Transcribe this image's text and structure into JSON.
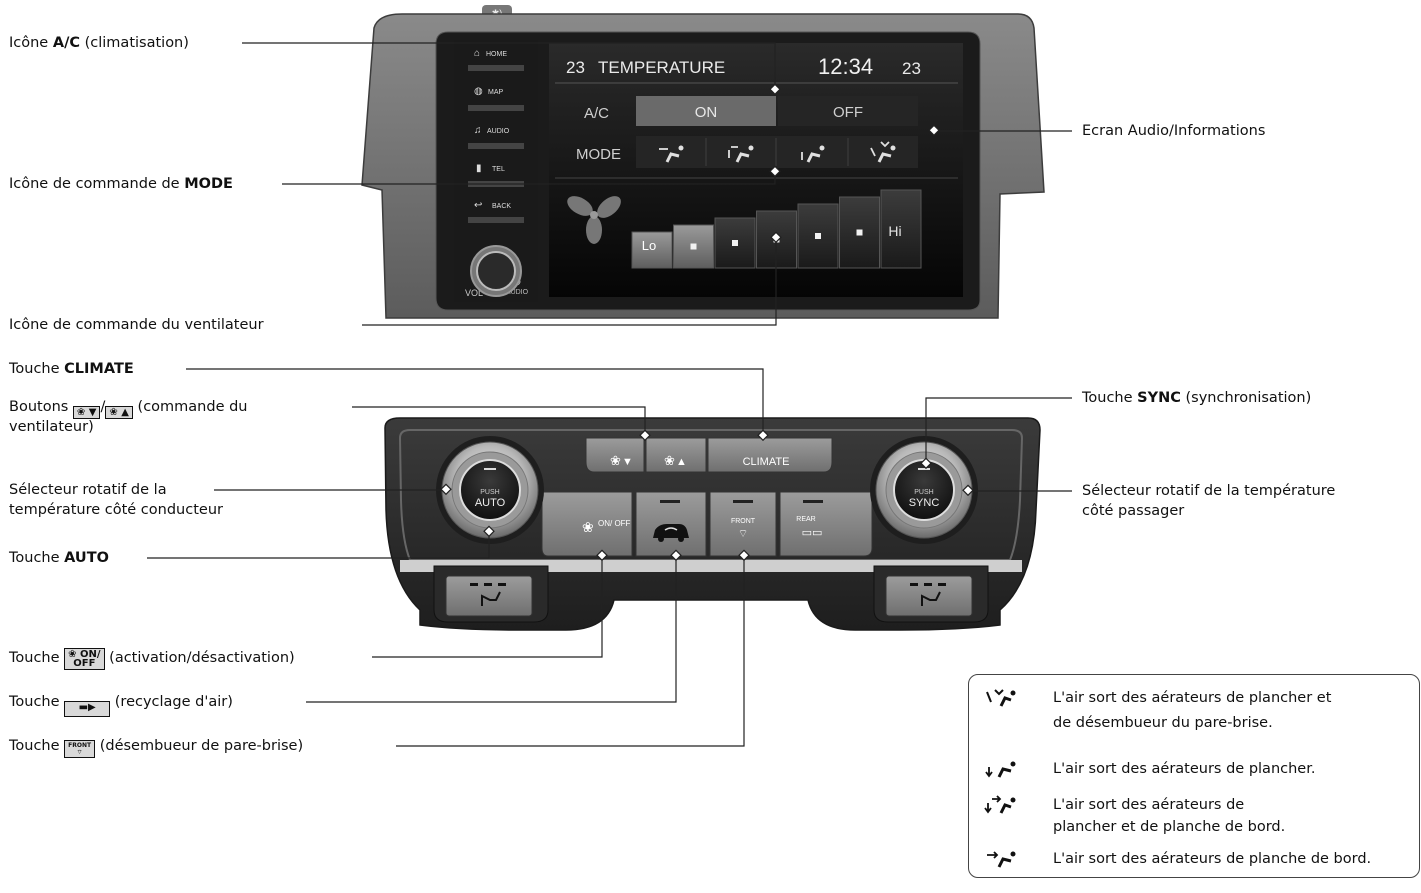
{
  "screen": {
    "title": "TEMPERATURE",
    "temp_left": "23",
    "temp_right": "23",
    "clock": "12:34",
    "ac_label": "A/C",
    "ac_on": "ON",
    "ac_off": "OFF",
    "mode_label": "MODE",
    "fan_lo": "Lo",
    "fan_hi": "Hi",
    "side_buttons": [
      "HOME",
      "MAP",
      "AUDIO",
      "TEL",
      "BACK"
    ],
    "vol_label": "VOL",
    "audio_label": "AUDIO"
  },
  "panel": {
    "fan_down_label": "▼",
    "fan_up_label": "▲",
    "climate": "CLIMATE",
    "push": "PUSH",
    "auto": "AUTO",
    "sync": "SYNC",
    "on_off": "ON/\nOFF",
    "front": "FRONT",
    "rear": "REAR"
  },
  "labels": {
    "ac_icon": [
      "Icône ",
      "A/C",
      " (climatisation)"
    ],
    "mode_icon": [
      "Icône de commande de ",
      "MODE"
    ],
    "fan_icon": "Icône de commande du ventilateur",
    "screen": "Ecran Audio/Informations",
    "climate_btn": [
      "Touche ",
      "CLIMATE"
    ],
    "fan_buttons": [
      "Boutons ",
      " (commande du",
      "ventilateur)"
    ],
    "driver_dial": [
      "Sélecteur rotatif de la",
      "température côté conducteur"
    ],
    "auto_btn": [
      "Touche ",
      "AUTO"
    ],
    "sync_btn": [
      "Touche ",
      "SYNC",
      " (synchronisation)"
    ],
    "passenger_dial": [
      "Sélecteur rotatif de la température",
      "côté passager"
    ],
    "onoff_btn": [
      "Touche ",
      " (activation/désactivation)"
    ],
    "recirc_btn": [
      "Touche ",
      " (recyclage d'air)"
    ],
    "defrost_btn": [
      "Touche ",
      " (désembueur de pare-brise)"
    ]
  },
  "legend": [
    [
      "L'air sort des aérateurs de plancher et",
      "de désembueur du pare-brise."
    ],
    [
      "L'air sort des aérateurs de plancher."
    ],
    [
      "L'air sort des aérateurs de",
      "plancher et de planche de bord."
    ],
    [
      "L'air sort des aérateurs de planche de bord."
    ]
  ]
}
